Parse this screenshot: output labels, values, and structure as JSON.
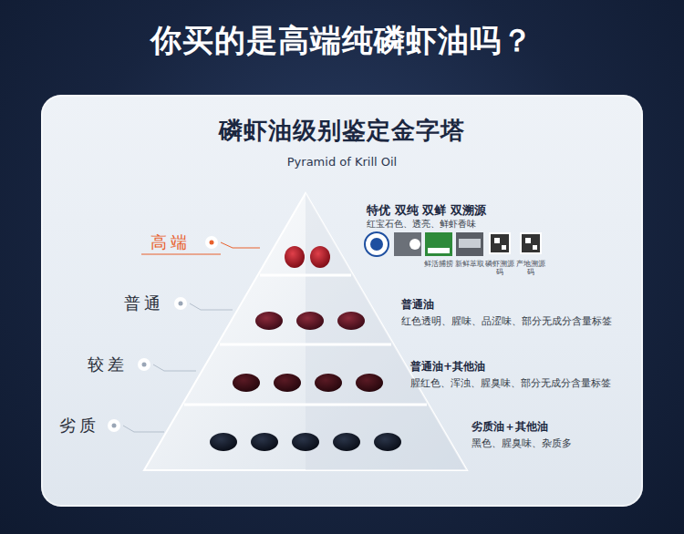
{
  "diagram": {
    "title": "你买的是高端纯磷虾油吗？",
    "nodes": [
      {
        "text": [
          "磷虾油级别鉴定金字塔",
          "Pyramid of Krill Oil"
        ]
      }
    ],
    "labels": [
      "高端",
      "普通",
      "较差",
      "劣质",
      "特优 双纯 双鲜 双溯源",
      "红宝石色、透亮、鲜虾香味",
      "鲜活捕捞",
      "新鲜萃取",
      "磷虾溯源码",
      "产地溯源码",
      "普通油",
      "红色透明、腥味、品涩味、部分无成分含量标签",
      "普通油+其他油",
      "腥红色、浑浊、腥臭味、部分无成分含量标签",
      "劣质油＋其他油",
      "黑色、腥臭味、杂质多"
    ]
  }
}
